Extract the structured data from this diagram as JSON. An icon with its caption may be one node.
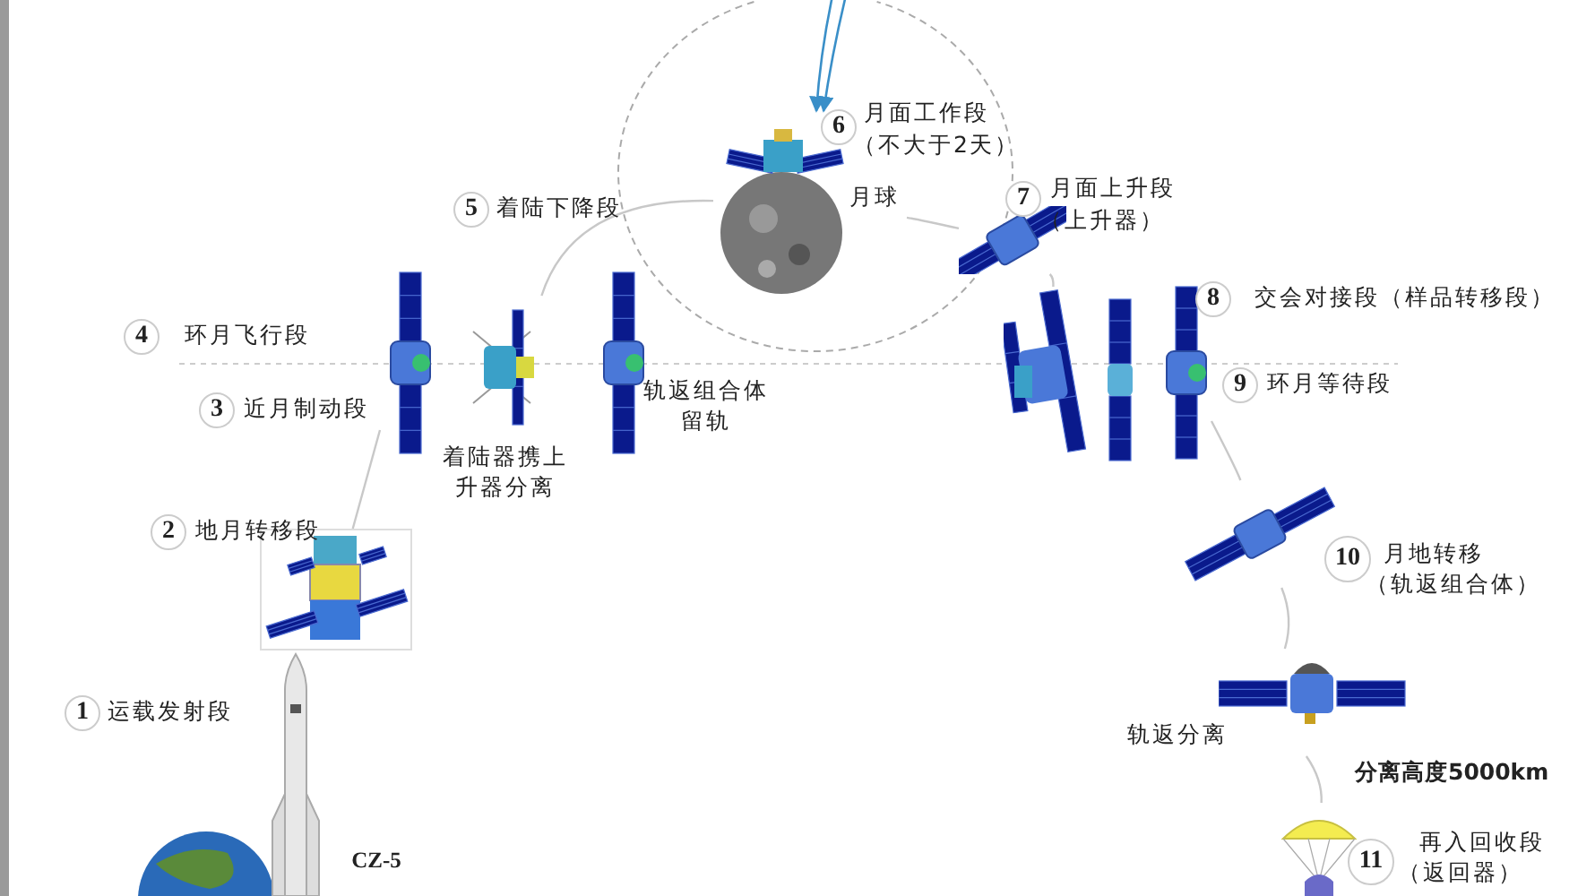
{
  "diagram": {
    "nodes": [
      {
        "text": [],
        "shape": "picture"
      },
      {
        "text": [],
        "shape": "picture",
        "beside": [
          "CZ-5"
        ]
      },
      {
        "text": [],
        "shape": "picture"
      },
      {
        "text": [],
        "shape": "picture"
      },
      {
        "text": [],
        "shape": "picture",
        "beside": [
          "着陆器携上升器分离"
        ]
      },
      {
        "text": [],
        "shape": "picture",
        "beside": [
          "轨返组合体留轨"
        ]
      },
      {
        "text": [],
        "shape": "picture",
        "beside": [
          "月球"
        ]
      },
      {
        "text": [],
        "shape": "picture"
      },
      {
        "text": [],
        "shape": "picture"
      },
      {
        "text": [],
        "shape": "picture"
      },
      {
        "text": [],
        "shape": "picture"
      },
      {
        "text": [],
        "shape": "picture"
      },
      {
        "text": [],
        "shape": "picture",
        "beside": [
          "轨返分离"
        ]
      },
      {
        "text": [],
        "shape": "picture"
      }
    ],
    "edges": [
      {
        "from": 2,
        "to": 3,
        "arrow": "none"
      },
      {
        "from": 4,
        "to": 6,
        "arrow": "none"
      },
      {
        "from": 6,
        "to": 7,
        "arrow": "none"
      },
      {
        "from": 7,
        "to": 8,
        "arrow": "none"
      },
      {
        "from": 10,
        "to": 11,
        "arrow": "none"
      },
      {
        "from": 11,
        "to": 12,
        "arrow": "none"
      },
      {
        "from": 12,
        "to": 13,
        "arrow": "none"
      },
      {
        "from": null,
        "to": 6,
        "arrow": "to",
        "color": "#3a8fc8"
      },
      {
        "from": null,
        "to": 6,
        "arrow": "to",
        "color": "#3a8fc8"
      }
    ],
    "labels": [
      "1",
      "运载发射段",
      "2",
      "地月转移段",
      "3",
      "近月制动段",
      "4",
      "环月飞行段",
      "5",
      "着陆下降段",
      "6",
      "月面工作段",
      "（不大于2天）",
      "7",
      "月面上升段",
      "（上升器）",
      "8",
      "交会对接段（样品转移段）",
      "9",
      "环月等待段",
      "10",
      "月地转移",
      "（轨返组合体）",
      "分离高度5000km",
      "11",
      "再入回收段",
      "（返回器）"
    ]
  }
}
